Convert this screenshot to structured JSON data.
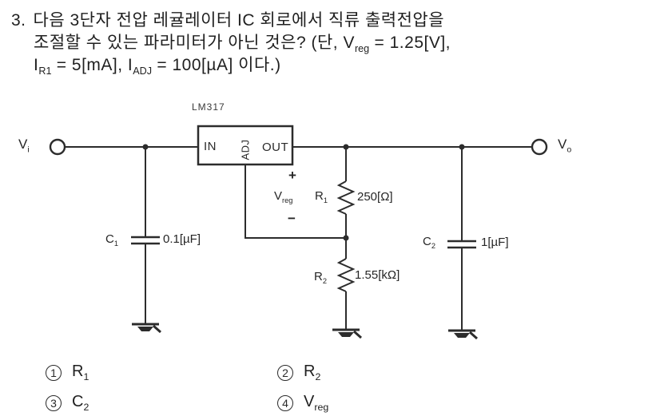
{
  "question": {
    "number": "3.",
    "line1": "다음 3단자 전압 레귤레이터 IC 회로에서 직류 출력전압을",
    "line2_pre": "조절할 수 있는 파라미터가 아닌 것은? (단, V",
    "line2_sub": "reg",
    "line2_post": " = 1.25[V],",
    "line3_i1": "I",
    "line3_sub1": "R1",
    "line3_mid": " = 5[mA], I",
    "line3_sub2": "ADJ",
    "line3_post": " = 100[µA] 이다.)"
  },
  "circuit": {
    "ic_name": "LM317",
    "pin_in": "IN",
    "pin_adj": "ADJ",
    "pin_out": "OUT",
    "input_terminal": {
      "base": "V",
      "sub": "i"
    },
    "output_terminal": {
      "base": "V",
      "sub": "o"
    },
    "vreg": {
      "plus": "+",
      "base": "V",
      "sub": "reg",
      "minus": "−"
    },
    "r1": {
      "base": "R",
      "sub": "1",
      "value": "250[Ω]"
    },
    "r2": {
      "base": "R",
      "sub": "2",
      "value": "1.55[kΩ]"
    },
    "c1": {
      "base": "C",
      "sub": "1",
      "value": "0.1[µF]"
    },
    "c2": {
      "base": "C",
      "sub": "2",
      "value": "1[µF]"
    }
  },
  "options": [
    {
      "num": "1",
      "base": "R",
      "sub": "1"
    },
    {
      "num": "2",
      "base": "R",
      "sub": "2"
    },
    {
      "num": "3",
      "base": "C",
      "sub": "2"
    },
    {
      "num": "4",
      "base": "V",
      "sub": "reg"
    }
  ],
  "colors": {
    "ink": "#1f1f1f",
    "wire": "#2c2c2c",
    "paper": "#ffffff"
  }
}
